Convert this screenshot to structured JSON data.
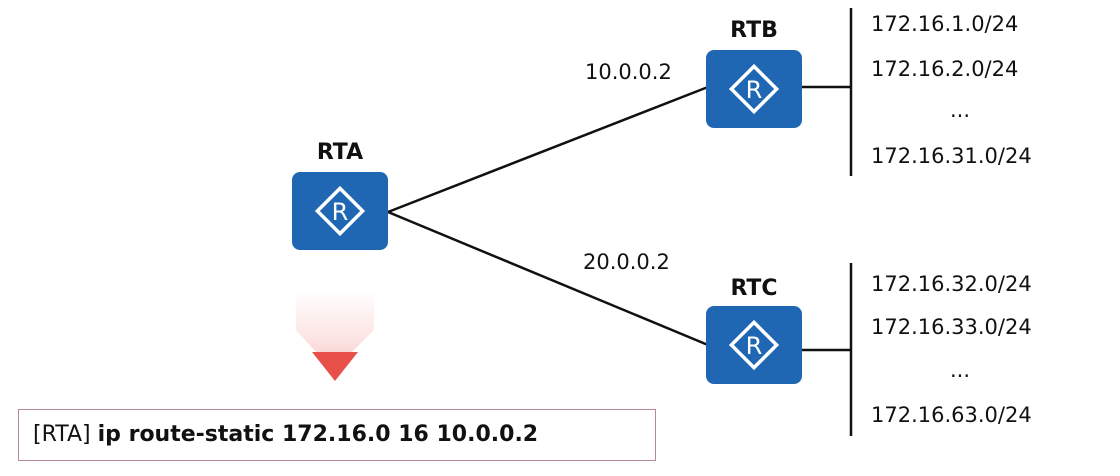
{
  "routers": {
    "rta": {
      "label": "RTA",
      "icon": "router-icon"
    },
    "rtb": {
      "label": "RTB",
      "icon": "router-icon"
    },
    "rtc": {
      "label": "RTC",
      "icon": "router-icon"
    }
  },
  "links": {
    "rta_rtb_ip": "10.0.0.2",
    "rta_rtc_ip": "20.0.0.2"
  },
  "rtb_networks": [
    "172.16.1.0/24",
    "172.16.2.0/24",
    "...",
    "172.16.31.0/24"
  ],
  "rtc_networks": [
    "172.16.32.0/24",
    "172.16.33.0/24",
    "...",
    "172.16.63.0/24"
  ],
  "command": {
    "prompt": "[RTA]",
    "text": "ip route-static 172.16.0 16 10.0.0.2"
  },
  "colors": {
    "router": "#1f66b3",
    "arrow": "#e8504a",
    "box_border": "#b98a93"
  }
}
